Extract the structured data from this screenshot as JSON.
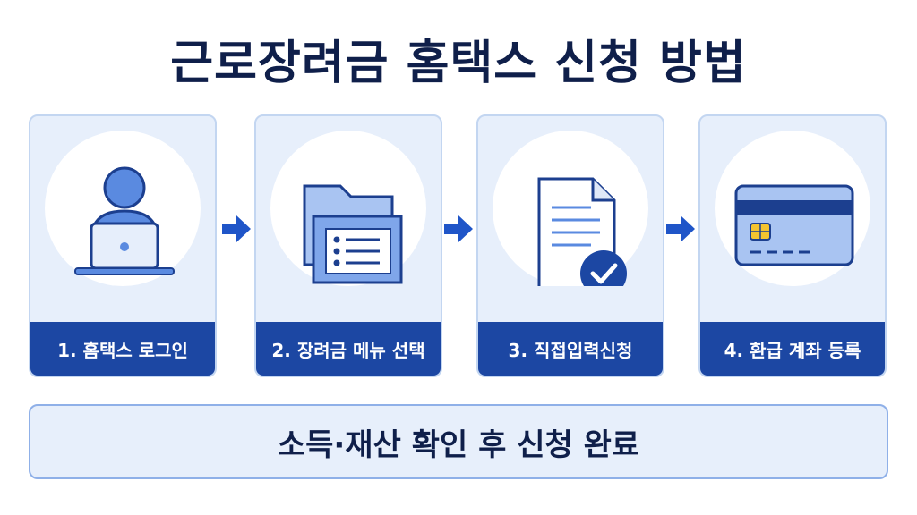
{
  "title": "근로장려금 홈택스 신청 방법",
  "steps": [
    {
      "label": "1. 홈택스 로그인",
      "icon": "person-laptop-icon"
    },
    {
      "label": "2. 장려금 메뉴 선택",
      "icon": "folder-list-icon"
    },
    {
      "label": "3. 직접입력신청",
      "icon": "document-check-icon"
    },
    {
      "label": "4. 환급 계좌 등록",
      "icon": "credit-card-icon"
    }
  ],
  "banner": "소득·재산 확인 후 신청 완료",
  "colors": {
    "navy": "#1c47a3",
    "title": "#0f1f4a",
    "panel": "#e7effb",
    "accent": "#5a8ae0",
    "arrow": "#1f55c8"
  }
}
